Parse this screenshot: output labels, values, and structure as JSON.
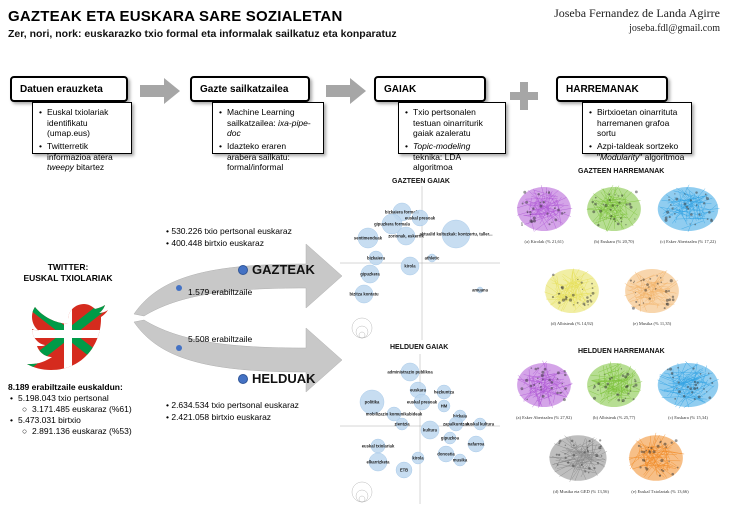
{
  "header": {
    "title": "GAZTEAK ETA EUSKARA SARE SOZIALETAN",
    "subtitle": "Zer, nori, nork: euskarazko txio formal eta informalak sailkatuz eta konparatuz",
    "author": "Joseba Fernandez de Landa Agirre",
    "email": "joseba.fdl@gmail.com"
  },
  "stages": [
    {
      "head": "Datuen erauzketa",
      "items": [
        "Euskal txiolariak identifikatu (umap.eus)",
        "Twitterretik informazioa atera tweepy bitartez"
      ]
    },
    {
      "head": "Gazte sailkatzailea",
      "items": [
        "Machine Learning sailkatzailea: ixa-pipe-doc",
        "Idazteko eraren arabera sailkatu: formal/informal"
      ]
    },
    {
      "head": "GAIAK",
      "items": [
        "Txio pertsonalen testuan oinarriturik gaiak azaleratu",
        "Topic-modeling teknika: LDA algoritmoa"
      ]
    },
    {
      "head": "HARREMANAK",
      "items": [
        "Birtxioetan oinarrituta harremanen grafoa sortu",
        "Azpi-taldeak sortzeko \"Modularity\" algoritmoa"
      ]
    }
  ],
  "twitter": {
    "label_line1": "TWITTER:",
    "label_line2": "EUSKAL TXIOLARIAK",
    "total": "8.189 erabiltzaile euskaldun:",
    "tweets": "5.198.043 txio pertsonal",
    "tweets_eu": "3.171.485 euskaraz (%61)",
    "retweets": "5.473.031 birtxio",
    "retweets_eu": "2.891.136 euskaraz (%53)"
  },
  "young": {
    "label": "GAZTEAK",
    "tweets": "530.226 txio pertsonal euskaraz",
    "retweets": "400.448 birtxio euskaraz",
    "users": "1.579 erabiltzaile"
  },
  "adults": {
    "label": "HELDUAK",
    "users": "5.508 erabiltzaile",
    "tweets": "2.634.534 txio pertsonal euskaraz",
    "retweets": "2.421.058 birtxio euskaraz"
  },
  "topics_young": {
    "title": "GAZTEEN GAIAK",
    "bubbles": [
      "bizkaiera formala",
      "euskal presoak",
      "gipuzkera formala",
      "sentimenduak",
      "zorionak, eskerrik",
      "aktualid kultuzkak: kontzertu, taller...",
      "bizkaiera",
      "kirola",
      "athletic",
      "gipuzkera",
      "bizitza kontatu",
      "amuana"
    ]
  },
  "topics_adults": {
    "title": "HELDUEN GAIAK",
    "bubbles": [
      "administrazio publikoa",
      "euskara",
      "hezkuntza",
      "euskal presoak",
      "HM",
      "politika",
      "mobilizazio komunikabideak",
      "zientzia",
      "kultura",
      "bizkaia",
      "zapalkuntzak",
      "euskal kultura",
      "nafarroa",
      "gipuzkoa",
      "donostia",
      "euskal txiolariak",
      "elkarrizketa",
      "kirola",
      "musika",
      "ETB"
    ]
  },
  "networks_young": {
    "title": "GAZTEEN HARREMANAK",
    "captions": [
      "(a) Kirolak (% 21,61)",
      "(b) Euskara (% 20,70)",
      "(c) Esker Abertzalea (% 17,22)",
      "(d) Albisteak (% 14,92)",
      "(e) Musika (% 11,35)"
    ],
    "colors": [
      "#b05ad6",
      "#7cc23a",
      "#34a4e4",
      "#e6e05a",
      "#f2b46a"
    ]
  },
  "networks_adults": {
    "title": "HELDUEN HARREMANAK",
    "captions": [
      "(a) Esker Abertzalea (% 27,92)",
      "(b) Albisteak (% 25,77)",
      "(c) Euskara (% 15,34)",
      "(d) Musika eta GED (% 13,56)",
      "(e) Euskal Txiolariak (% 13,66)"
    ],
    "colors": [
      "#b05ad6",
      "#7cc23a",
      "#34a4e4",
      "#888888",
      "#f08a24"
    ]
  },
  "colors": {
    "stage_arrow": "#a6a6a6",
    "big_arrow": "#c8c8c8",
    "bubble": "#bdd7ee",
    "dot": "#4472c4"
  }
}
